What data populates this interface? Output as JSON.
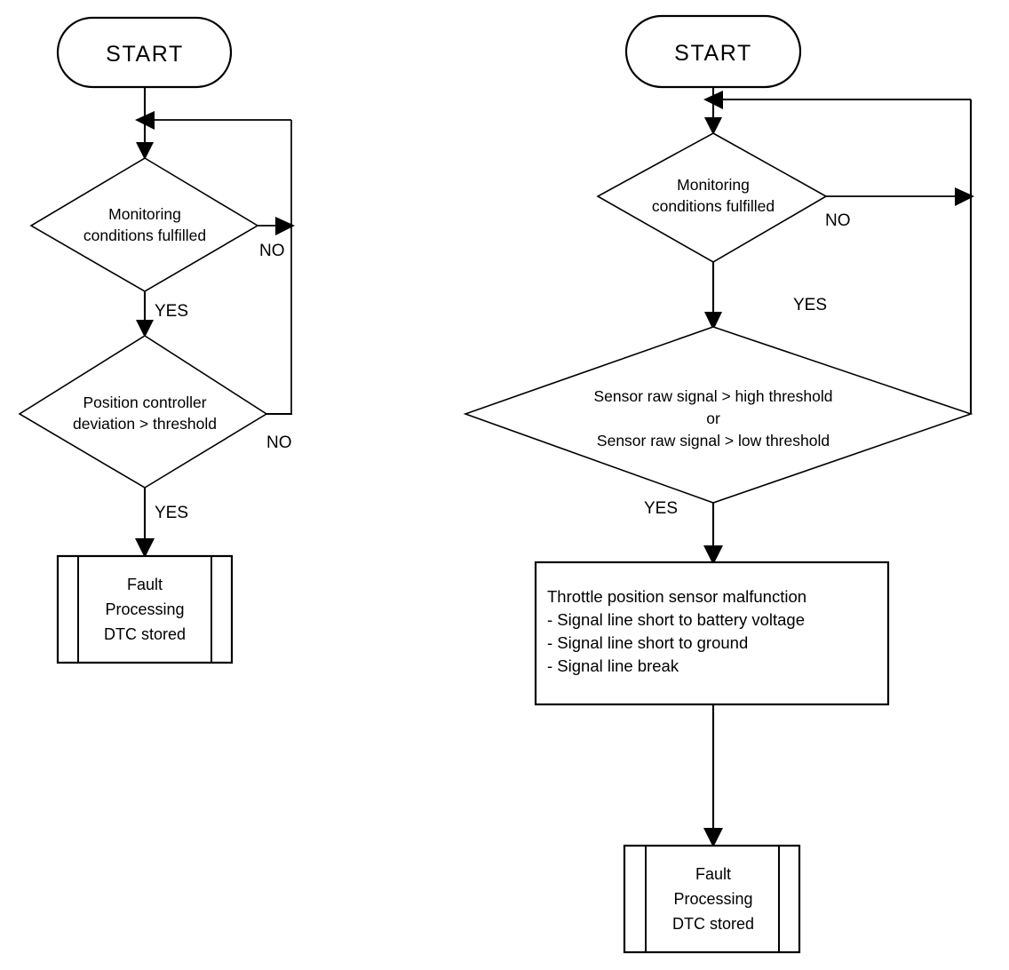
{
  "diagram": {
    "title": "Throttle monitoring diagnostic flowcharts",
    "colors": {
      "stroke": "#000000",
      "background": "#ffffff"
    },
    "labels": {
      "yes": "YES",
      "no": "NO"
    },
    "flowcharts": [
      {
        "id": "left-flowchart",
        "name": "position-controller-deviation-flow",
        "nodes": {
          "start": {
            "type": "terminator",
            "text": "START"
          },
          "decision1": {
            "type": "decision",
            "lines": [
              "Monitoring",
              "conditions fulfilled"
            ],
            "yes_label": "YES",
            "no_label": "NO"
          },
          "decision2": {
            "type": "decision",
            "lines": [
              "Position controller",
              "deviation > threshold"
            ],
            "yes_label": "YES",
            "no_label": "NO"
          },
          "fault": {
            "type": "predefined-process",
            "lines": [
              "Fault",
              "Processing",
              "DTC stored"
            ]
          }
        }
      },
      {
        "id": "right-flowchart",
        "name": "sensor-raw-signal-threshold-flow",
        "nodes": {
          "start": {
            "type": "terminator",
            "text": "START"
          },
          "decision1": {
            "type": "decision",
            "lines": [
              "Monitoring",
              "conditions fulfilled"
            ],
            "yes_label": "YES",
            "no_label": "NO"
          },
          "decision2": {
            "type": "decision",
            "lines": [
              "Sensor raw signal > high threshold",
              "or",
              "Sensor raw signal > low threshold"
            ],
            "yes_label": "YES",
            "no_label": "NO"
          },
          "malfunction": {
            "type": "process",
            "lines": [
              "Throttle position sensor malfunction",
              "- Signal line short to battery voltage",
              "- Signal line short to ground",
              "- Signal line break"
            ]
          },
          "fault": {
            "type": "predefined-process",
            "lines": [
              "Fault",
              "Processing",
              "DTC stored"
            ]
          }
        }
      }
    ]
  }
}
